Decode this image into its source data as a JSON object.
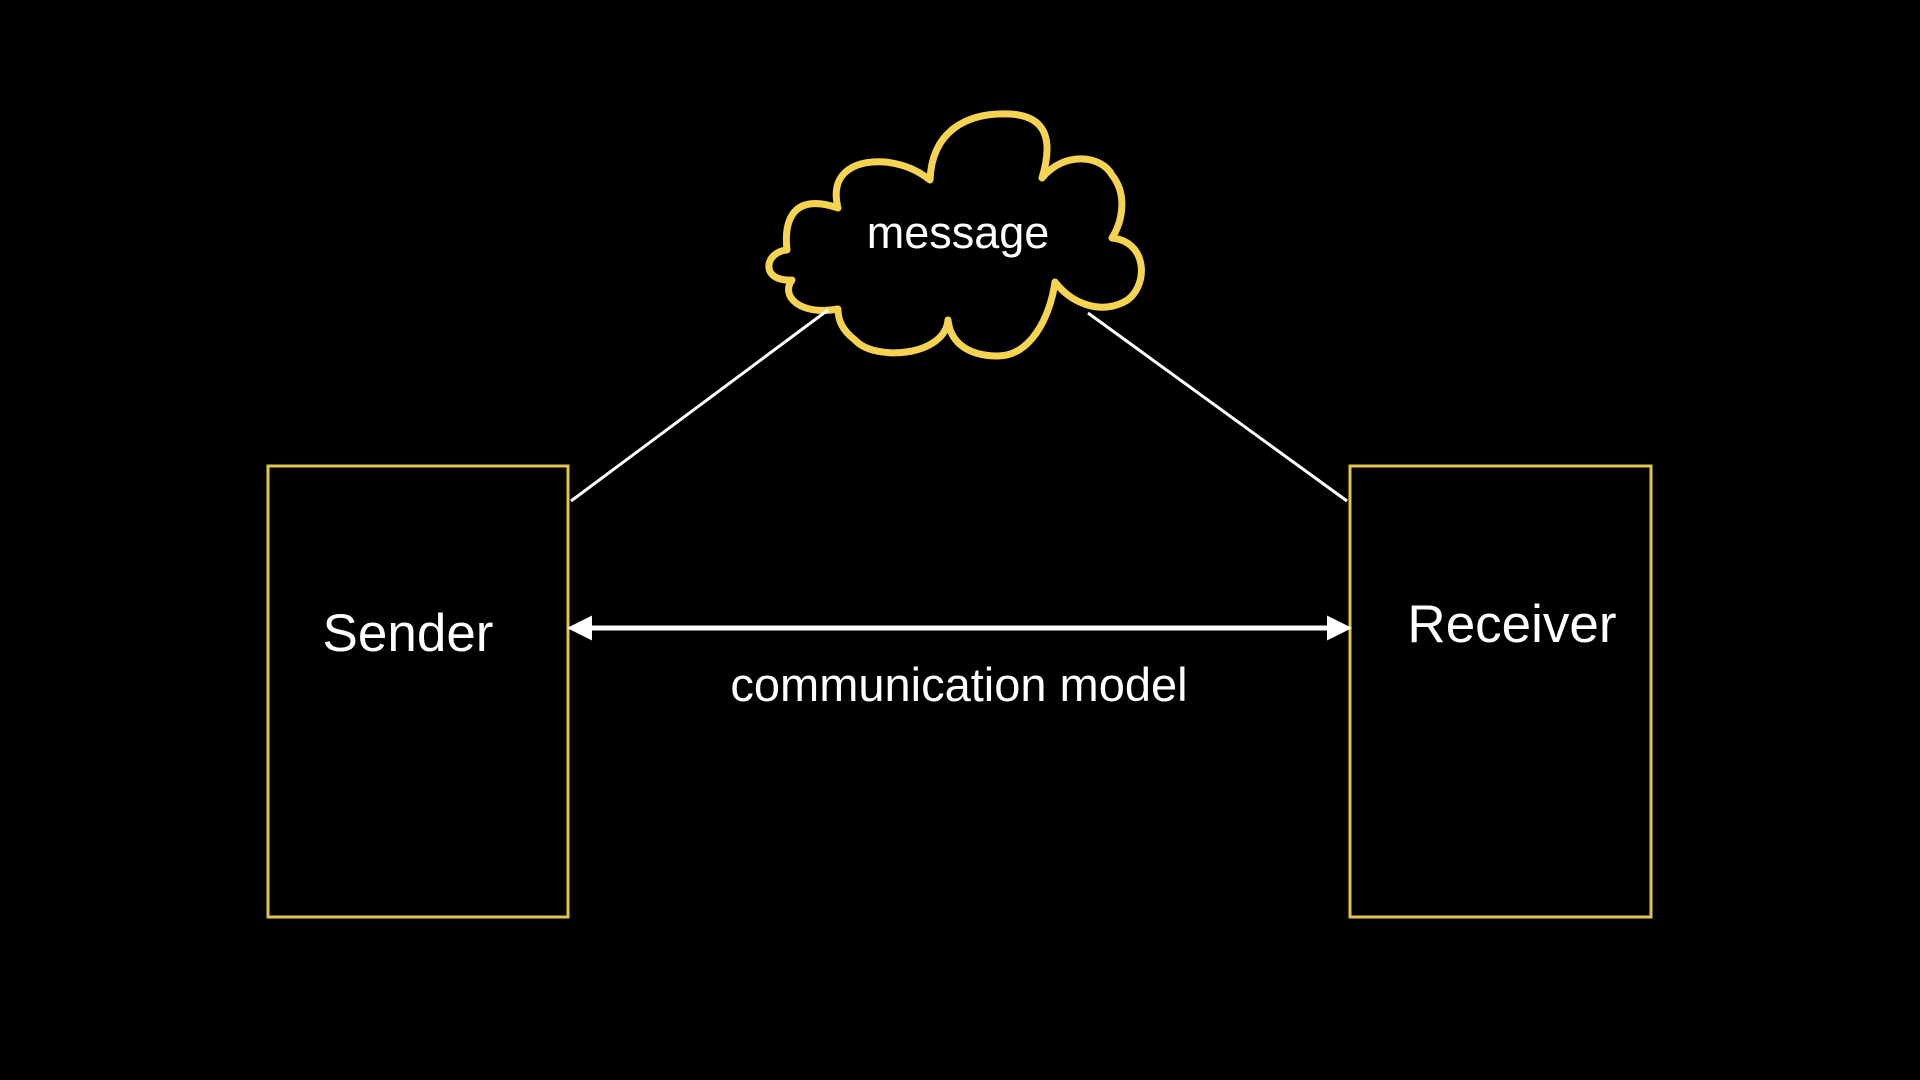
{
  "colors": {
    "background": "#000000",
    "node_border": "#e2c34f",
    "cloud_stroke": "#f6d451",
    "connector": "#ffffff",
    "text": "#ffffff"
  },
  "nodes": {
    "sender": {
      "label": "Sender"
    },
    "receiver": {
      "label": "Receiver"
    },
    "message": {
      "label": "message",
      "shape": "cloud"
    }
  },
  "edges": {
    "main": {
      "label": "communication model",
      "direction": "bidirectional"
    },
    "sender_to_message": {
      "label": ""
    },
    "message_to_receiver": {
      "label": ""
    }
  }
}
